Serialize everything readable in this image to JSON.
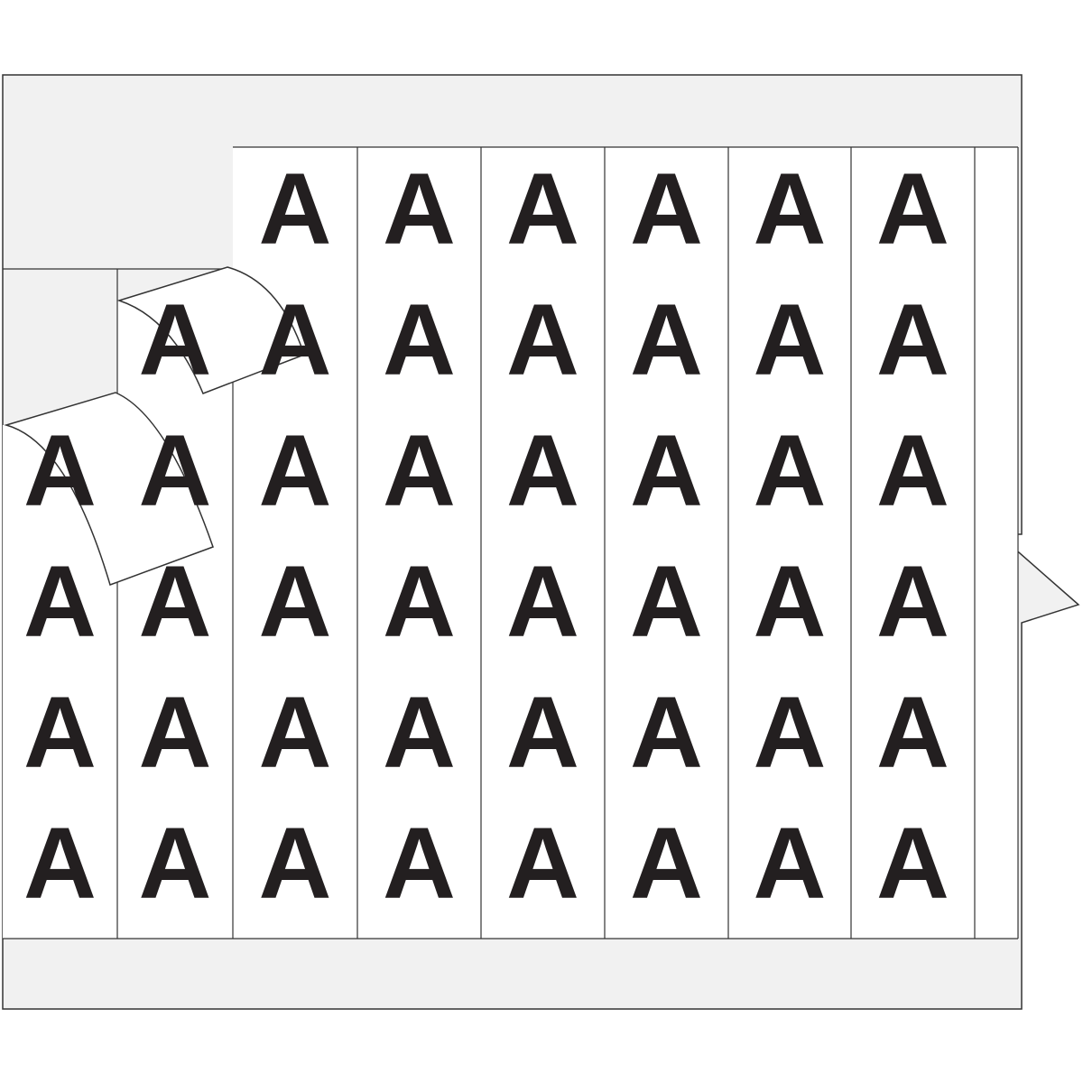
{
  "sheet": {
    "label_char": "A",
    "columns": 8,
    "rows": 6,
    "peeled_labels": 2,
    "colors": {
      "ink": "#231f20",
      "liner": "#f1f1f1",
      "label": "#ffffff",
      "outline": "#333333"
    }
  }
}
